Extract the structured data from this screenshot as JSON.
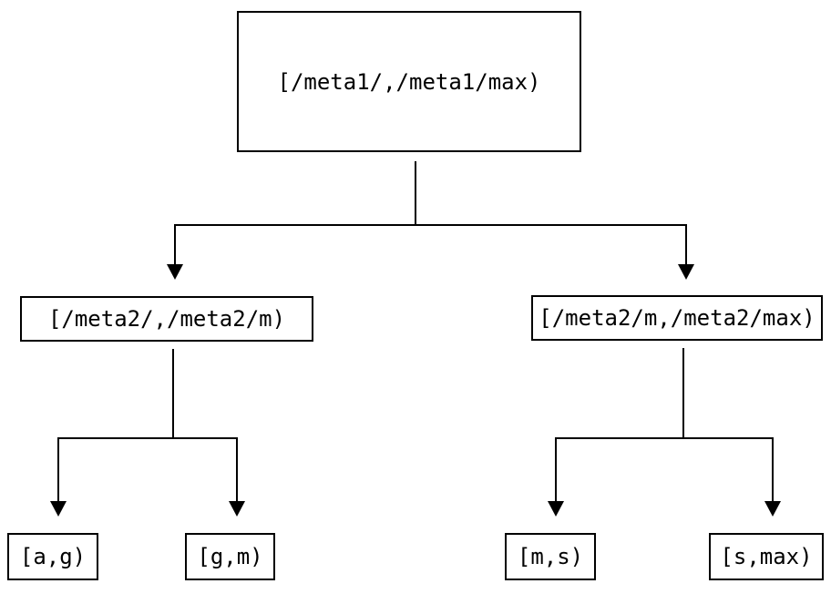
{
  "diagram": {
    "type": "binary-interval-tree",
    "colors": {
      "background": "#ffffff",
      "line": "#000000",
      "text": "#000000"
    },
    "nodes": {
      "root": {
        "label": "[/meta1/,/meta1/max)"
      },
      "meta2_low": {
        "label": "[/meta2/,/meta2/m)"
      },
      "meta2_high": {
        "label": "[/meta2/m,/meta2/max)"
      },
      "leaf_ag": {
        "label": "[a,g)"
      },
      "leaf_gm": {
        "label": "[g,m)"
      },
      "leaf_ms": {
        "label": "[m,s)"
      },
      "leaf_smax": {
        "label": "[s,max)"
      }
    },
    "edges": [
      {
        "from": "root",
        "to": "meta2_low"
      },
      {
        "from": "root",
        "to": "meta2_high"
      },
      {
        "from": "meta2_low",
        "to": "leaf_ag"
      },
      {
        "from": "meta2_low",
        "to": "leaf_gm"
      },
      {
        "from": "meta2_high",
        "to": "leaf_ms"
      },
      {
        "from": "meta2_high",
        "to": "leaf_smax"
      }
    ]
  }
}
